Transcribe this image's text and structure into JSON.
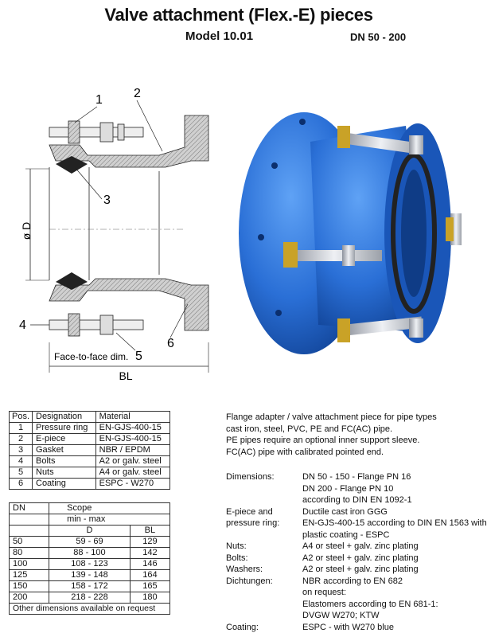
{
  "header": {
    "title": "Valve attachment (Flex.-E) pieces",
    "model": "Model 10.01",
    "dn_range": "DN 50 - 200"
  },
  "drawing": {
    "callouts": [
      "1",
      "2",
      "3",
      "4",
      "5",
      "6"
    ],
    "diameter_label": "ø D",
    "face_to_face": "Face-to-face dim.",
    "bl_label": "BL"
  },
  "colors": {
    "coating_blue": "#2a6fd6",
    "brass": "#c9a227",
    "steel": "#c8ccd4"
  },
  "parts_table": {
    "headers": [
      "Pos.",
      "Designation",
      "Material"
    ],
    "rows": [
      [
        "1",
        "Pressure ring",
        "EN-GJS-400-15"
      ],
      [
        "2",
        "E-piece",
        "EN-GJS-400-15"
      ],
      [
        "3",
        "Gasket",
        "NBR / EPDM"
      ],
      [
        "4",
        "Bolts",
        "A2 or galv. steel"
      ],
      [
        "5",
        "Nuts",
        "A4 or galv. steel"
      ],
      [
        "6",
        "Coating",
        "ESPC - W270"
      ]
    ]
  },
  "dims_table": {
    "header_dn": "DN",
    "header_scope": "Scope",
    "sub_minmax": "min - max",
    "col_d": "D",
    "col_bl": "BL",
    "rows": [
      [
        "50",
        "59 -  69",
        "129"
      ],
      [
        "80",
        "88 - 100",
        "142"
      ],
      [
        "100",
        "108 - 123",
        "146"
      ],
      [
        "125",
        "139 - 148",
        "164"
      ],
      [
        "150",
        "158 - 172",
        "165"
      ],
      [
        "200",
        "218 - 228",
        "180"
      ]
    ],
    "note": "Other dimensions available on request"
  },
  "description": [
    "Flange adapter / valve attachment piece for pipe types",
    "cast iron, steel, PVC, PE and FC(AC) pipe.",
    "PE pipes require an optional inner support sleeve.",
    "FC(AC) pipe with calibrated pointed end."
  ],
  "specs": [
    {
      "k": "Dimensions:",
      "v": "DN 50 - 150   - Flange PN 16"
    },
    {
      "k": "",
      "v": "DN 200          - Flange PN 10"
    },
    {
      "k": "",
      "v": "according to DIN EN 1092-1"
    },
    {
      "k": "E-piece and",
      "v": "Ductile cast iron GGG"
    },
    {
      "k": "pressure ring:",
      "v": "EN-GJS-400-15 according to DIN EN 1563 with"
    },
    {
      "k": "",
      "v": "plastic coating - ESPC"
    },
    {
      "k": "Nuts:",
      "v": "A4 or steel + galv. zinc plating"
    },
    {
      "k": "Bolts:",
      "v": "A2 or steel + galv. zinc plating"
    },
    {
      "k": "Washers:",
      "v": "A2 or steel + galv. zinc plating"
    },
    {
      "k": "Dichtungen:",
      "v": "NBR according to EN 682"
    },
    {
      "k": "",
      "v": "on request:"
    },
    {
      "k": "",
      "v": "Elastomers according to EN 681-1:"
    },
    {
      "k": "",
      "v": "DVGW W270; KTW"
    },
    {
      "k": "Coating:",
      "v": "ESPC - with W270 blue"
    }
  ]
}
